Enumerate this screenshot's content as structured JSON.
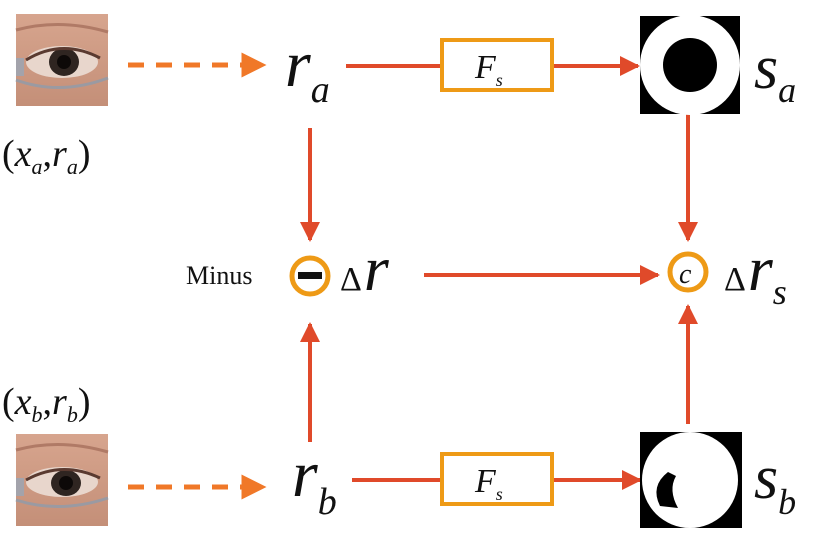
{
  "nodes": {
    "ra": {
      "main": "r",
      "sub": "a"
    },
    "rb": {
      "main": "r",
      "sub": "b"
    },
    "sa": {
      "main": "s",
      "sub": "a"
    },
    "sb": {
      "main": "s",
      "sub": "b"
    },
    "delta_r": {
      "symbol": "Δ",
      "main": "r"
    },
    "delta_rs": {
      "symbol": "Δ",
      "main": "r",
      "sub": "s"
    }
  },
  "pairs": {
    "a": {
      "open": "(",
      "x": "x",
      "x_sub": "a",
      "comma": ",",
      "r": "r",
      "r_sub": "a",
      "close": ")"
    },
    "b": {
      "open": "(",
      "x": "x",
      "x_sub": "b",
      "comma": ",",
      "r": "r",
      "r_sub": "b",
      "close": ")"
    }
  },
  "boxes": {
    "top": {
      "main": "F",
      "sub": "s"
    },
    "bottom": {
      "main": "F",
      "sub": "s"
    }
  },
  "operators": {
    "minus_label": "Minus",
    "compare_symbol": "c"
  },
  "colors": {
    "arrow_red": "#e04a2a",
    "arrow_orange": "#f07828",
    "box_orange": "#ee9a16",
    "text": "#111111"
  },
  "icons": {
    "eye_photo": "eye-photo-icon",
    "mask": "mask-icon",
    "minus": "minus-circle-icon",
    "compare": "compare-circle-icon"
  }
}
